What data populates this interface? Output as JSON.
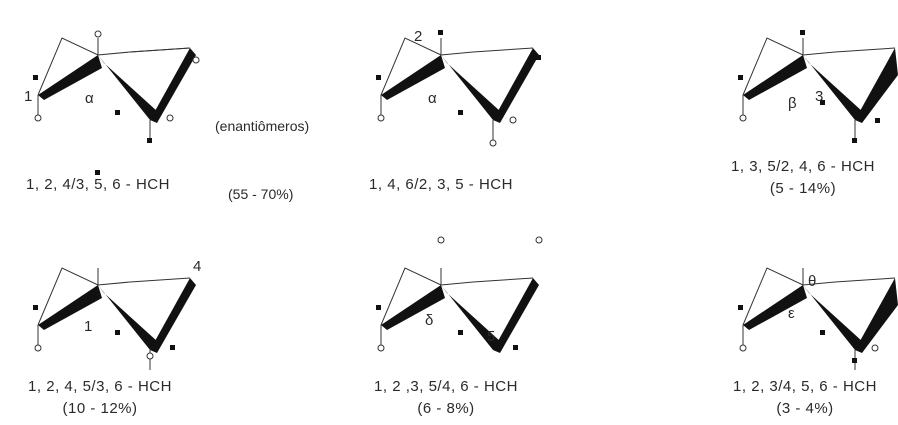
{
  "isomers": [
    {
      "name": "1, 2, 4/3, 5, 6 - HCH",
      "percent": "",
      "marks": [
        "1",
        "α"
      ]
    },
    {
      "name": "1, 4, 6/2, 3, 5 - HCH",
      "percent": "",
      "marks": [
        "2",
        "α"
      ]
    },
    {
      "name": "1, 3, 5/2, 4, 6 - HCH",
      "percent": "(5 - 14%)",
      "marks": [
        "β",
        "3"
      ]
    },
    {
      "name": "1, 2, 4, 5/3, 6 - HCH",
      "percent": "(10 - 12%)",
      "marks": [
        "4",
        "1"
      ]
    },
    {
      "name": "1, 2 ,3, 5/4, 6 - HCH",
      "percent": "(6 - 8%)",
      "marks": [
        "δ",
        "5"
      ]
    },
    {
      "name": "1, 2, 3/4, 5, 6 - HCH",
      "percent": "(3 - 4%)",
      "marks": [
        "θ",
        "ε"
      ]
    }
  ],
  "enantiomers_label": "(enantiômeros)",
  "enantiomers_percent": "(55 - 70%)"
}
